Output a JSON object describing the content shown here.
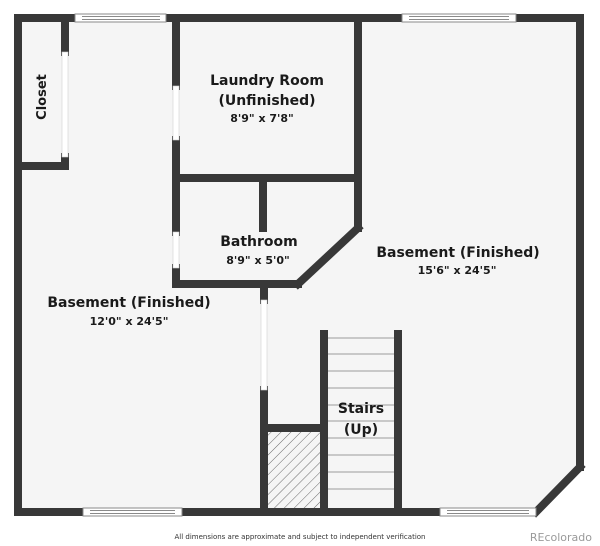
{
  "rooms": [
    {
      "name": "Closet",
      "dimensions": ""
    },
    {
      "name": "Laundry Room",
      "name_line2": "(Unfinished)",
      "dimensions": "8'9\" x 7'8\""
    },
    {
      "name": "Bathroom",
      "dimensions": "8'9\" x 5'0\""
    },
    {
      "name": "Basement (Finished)",
      "dimensions": "15'6\" x 24'5\""
    },
    {
      "name": "Basement (Finished)",
      "dimensions": "12'0\" x 24'5\""
    },
    {
      "name": "Stairs",
      "name_line2": "(Up)",
      "dimensions": ""
    }
  ],
  "footer": {
    "disclaimer": "All dimensions are approximate and subject to independent verification",
    "brand": "REcolorado"
  },
  "colors": {
    "wall": "#383838",
    "floor": "#f5f5f5",
    "window": "#ffffff",
    "brand_text": "#9a9a9a"
  }
}
